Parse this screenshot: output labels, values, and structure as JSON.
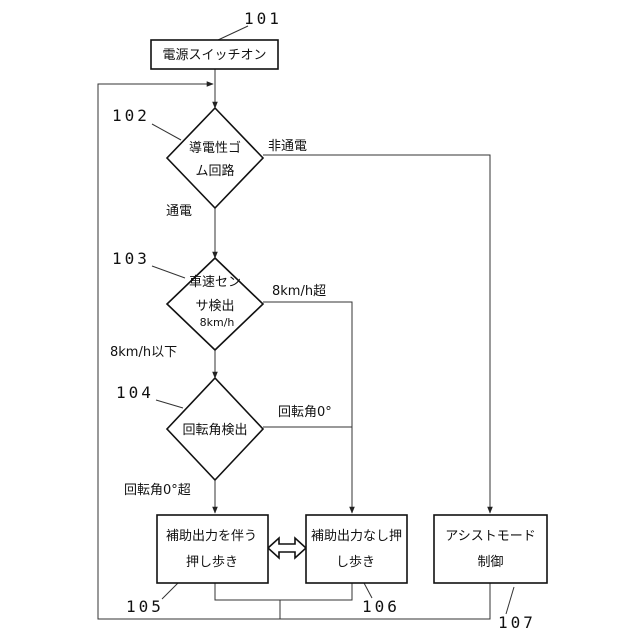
{
  "flowchart": {
    "start": {
      "ref": "101",
      "text": "電源スイッチオン"
    },
    "conductive_check": {
      "ref": "102",
      "lines": [
        "導電性ゴ",
        "ム回路"
      ],
      "no_label": "非通電",
      "yes_label": "通電"
    },
    "speed_check": {
      "ref": "103",
      "lines": [
        "車速セン",
        "サ検出",
        "8km/h"
      ],
      "over_label": "8km/h超",
      "under_label": "8km/h以下"
    },
    "rotation_check": {
      "ref": "104",
      "lines": [
        "回転角検出"
      ],
      "zero_label": "回転角0°",
      "over_label": "回転角0°超"
    },
    "walk_assist": {
      "ref": "105",
      "lines": [
        "補助出力を伴う",
        "押し歩き"
      ]
    },
    "walk_no_assist": {
      "ref": "106",
      "lines": [
        "補助出力なし押",
        "し歩き"
      ]
    },
    "assist_mode": {
      "ref": "107",
      "lines": [
        "アシストモード",
        "制御"
      ]
    }
  },
  "colors": {
    "line": "#333333",
    "shape": "#111111",
    "background": "#ffffff"
  }
}
